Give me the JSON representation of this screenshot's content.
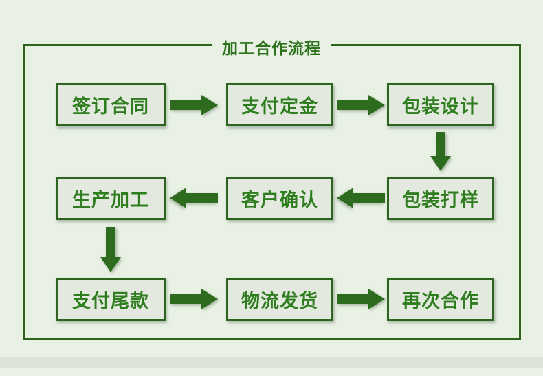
{
  "theme": {
    "background_color": "#e8f1e3",
    "bottom_strip_color": "#dce2d7",
    "frame_border_color": "#2d6420",
    "box_fill_color": "#e4e9e0",
    "box_border_color": "#2d6420",
    "text_color": "#2e7d1e",
    "title_color": "#2c711c",
    "arrow_color": "#2d6c1e"
  },
  "flowchart": {
    "title": "加工合作流程",
    "steps": [
      {
        "label": "签订合同"
      },
      {
        "label": "支付定金"
      },
      {
        "label": "包装设计"
      },
      {
        "label": "包装打样"
      },
      {
        "label": "客户确认"
      },
      {
        "label": "生产加工"
      },
      {
        "label": "支付尾款"
      },
      {
        "label": "物流发货"
      },
      {
        "label": "再次合作"
      }
    ],
    "arrows": [
      {
        "direction": "right",
        "from": "签订合同",
        "to": "支付定金"
      },
      {
        "direction": "right",
        "from": "支付定金",
        "to": "包装设计"
      },
      {
        "direction": "down",
        "from": "包装设计",
        "to": "包装打样"
      },
      {
        "direction": "left",
        "from": "包装打样",
        "to": "客户确认"
      },
      {
        "direction": "left",
        "from": "客户确认",
        "to": "生产加工"
      },
      {
        "direction": "down",
        "from": "生产加工",
        "to": "支付尾款"
      },
      {
        "direction": "right",
        "from": "支付尾款",
        "to": "物流发货"
      },
      {
        "direction": "right",
        "from": "物流发货",
        "to": "再次合作"
      }
    ]
  }
}
